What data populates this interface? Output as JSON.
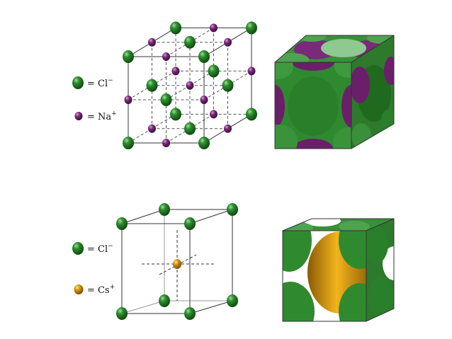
{
  "nacl": {
    "legend": [
      {
        "eq": "= ",
        "element": "Cl",
        "charge": "−",
        "color": "#1f7a1f"
      },
      {
        "eq": "= ",
        "element": "Na",
        "charge": "+",
        "color": "#6b1f6b"
      }
    ]
  },
  "cscl": {
    "legend": [
      {
        "eq": "= ",
        "element": "Cl",
        "charge": "−",
        "color": "#1f7a1f"
      },
      {
        "eq": "= ",
        "element": "Cs",
        "charge": "+",
        "color": "#c08010"
      }
    ]
  },
  "colors": {
    "chloride": "#2e8b2e",
    "chloride_dark": "#1a5c1a",
    "sodium": "#7a2a7a",
    "cesium": "#d4940f",
    "edge": "#333333"
  }
}
